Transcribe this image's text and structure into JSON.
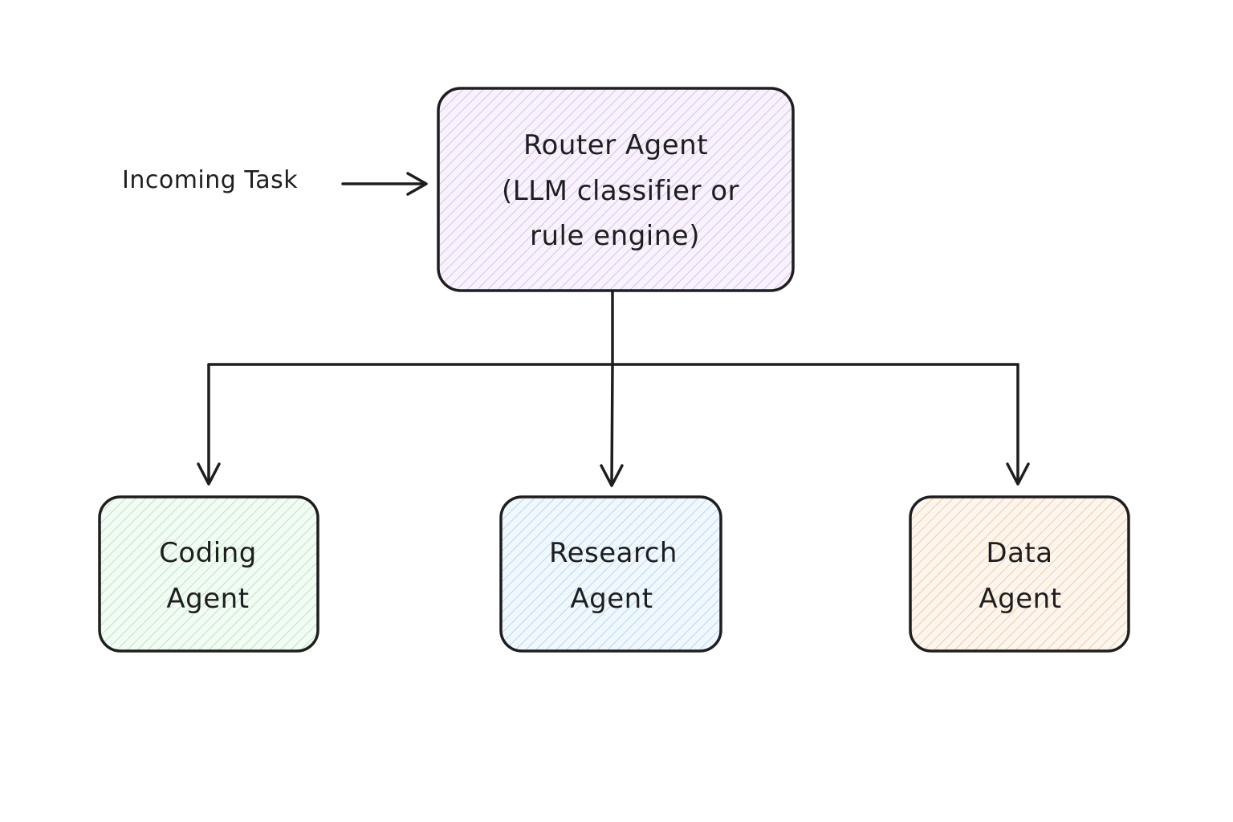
{
  "incoming": {
    "label": "Incoming Task"
  },
  "router": {
    "line1": "Router Agent",
    "line2": "(LLM classifier or",
    "line3": "rule engine)",
    "color": "#e8d7f5"
  },
  "agents": [
    {
      "line1": "Coding",
      "line2": "Agent",
      "color": "#d3f2d9"
    },
    {
      "line1": "Research",
      "line2": "Agent",
      "color": "#cfe6f7"
    },
    {
      "line1": "Data",
      "line2": "Agent",
      "color": "#f8dcc0"
    }
  ],
  "stroke_color": "#1e1e1e"
}
